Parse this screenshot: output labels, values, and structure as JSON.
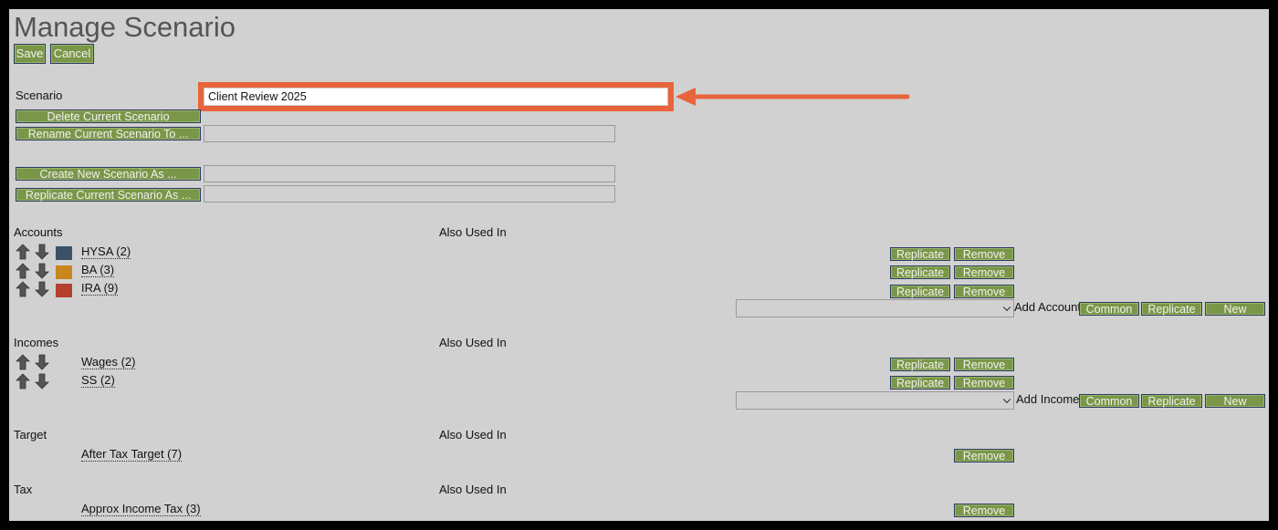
{
  "page": {
    "title": "Manage Scenario",
    "save_label": "Save",
    "cancel_label": "Cancel"
  },
  "scenario": {
    "label": "Scenario",
    "selected": "Client Review 2025",
    "delete_label": "Delete Current Scenario",
    "rename_label": "Rename Current Scenario To ...",
    "create_label": "Create New Scenario As ...",
    "replicate_label": "Replicate Current Scenario As ...",
    "rename_value": "",
    "create_value": "",
    "replicate_value": ""
  },
  "common": {
    "also_used_in": "Also Used In",
    "replicate": "Replicate",
    "remove": "Remove",
    "common": "Common",
    "new": "New"
  },
  "accounts": {
    "heading": "Accounts",
    "add_label": "Add Account",
    "add_selected": "",
    "items": [
      {
        "name": "HYSA (2)",
        "color": "#3b5266"
      },
      {
        "name": "BA (3)",
        "color": "#c9861c"
      },
      {
        "name": "IRA (9)",
        "color": "#b3412c"
      }
    ]
  },
  "incomes": {
    "heading": "Incomes",
    "add_label": "Add Income",
    "add_selected": "",
    "items": [
      {
        "name": "Wages (2)"
      },
      {
        "name": "SS (2)"
      }
    ]
  },
  "target": {
    "heading": "Target",
    "items": [
      {
        "name": "After Tax Target (7)"
      }
    ]
  },
  "tax": {
    "heading": "Tax",
    "items": [
      {
        "name": "Approx Income Tax (3)"
      }
    ]
  },
  "colors": {
    "button_green": "#7a9648",
    "highlight_orange": "#e8643a",
    "background": "#d1d1d1"
  }
}
